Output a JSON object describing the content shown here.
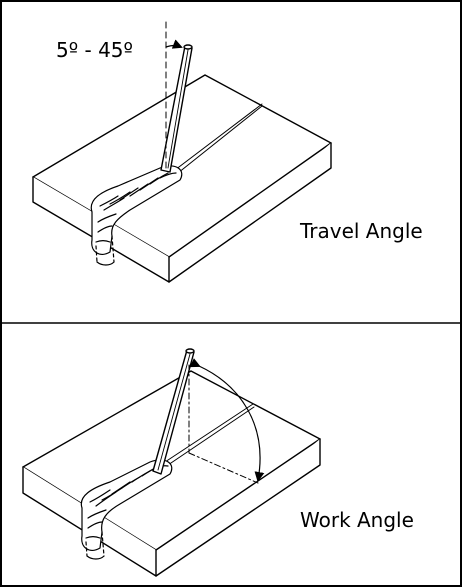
{
  "diagram": {
    "top_panel": {
      "angle_range_label": "5º - 45º",
      "caption": "Travel Angle"
    },
    "bottom_panel": {
      "caption": "Work Angle"
    }
  }
}
